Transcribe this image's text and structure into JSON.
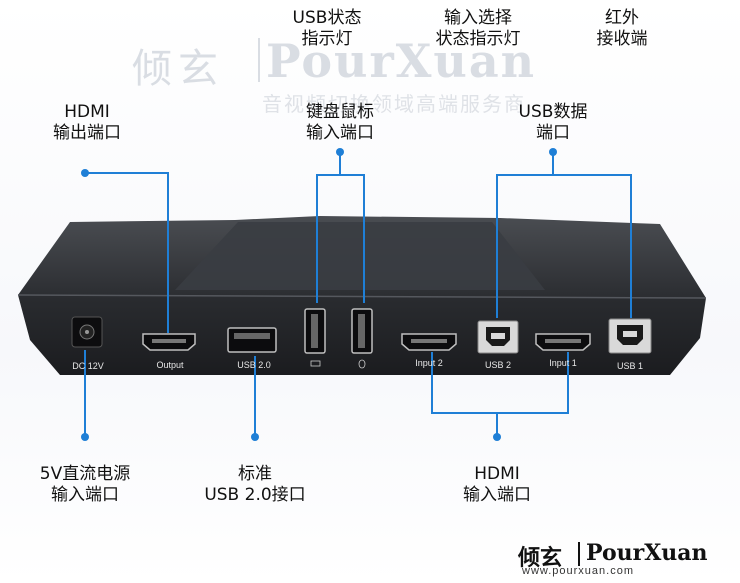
{
  "watermark": {
    "brand_cn": "倾玄",
    "brand_en": "PourXuan",
    "slogan": "音视频切换领域高端服务商"
  },
  "callouts": {
    "usb_status": "USB状态\n指示灯",
    "input_select_status": "输入选择\n状态指示灯",
    "infrared": "红外\n接收端",
    "hdmi_output": "HDMI\n输出端口",
    "keyboard_mouse": "键盘鼠标\n输入端口",
    "usb_data": "USB数据\n端口",
    "power_input": "5V直流电源\n输入端口",
    "usb20": "标准\nUSB 2.0接口",
    "hdmi_input": "HDMI\n输入端口"
  },
  "ports": {
    "dc": "DC 12V",
    "output": "Output",
    "usb20": "USB 2.0",
    "input2": "Input 2",
    "usb2": "USB 2",
    "input1": "Input 1",
    "usb1": "USB 1"
  },
  "logo": {
    "cn": "倾玄",
    "en": "PourXuan",
    "url": "www.pourxuan.com"
  },
  "colors": {
    "leader_line": "#1f7fd6",
    "device_body": "#2a2c30"
  }
}
